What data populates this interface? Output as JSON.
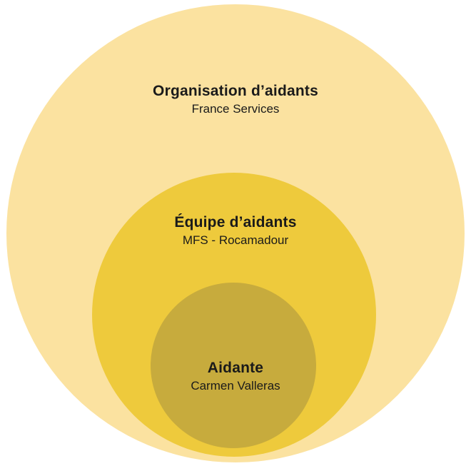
{
  "diagram": {
    "type": "nested-circles",
    "background_color": "#ffffff",
    "text_color": "#1a1a1a",
    "levels": [
      {
        "id": "organisation",
        "title": "Organisation d’aidants",
        "subtitle": "France Services",
        "color": "#fbe2a0"
      },
      {
        "id": "equipe",
        "title": "Équipe d’aidants",
        "subtitle": "MFS - Rocamadour",
        "color": "#eeca3c"
      },
      {
        "id": "aidante",
        "title": "Aidante",
        "subtitle": "Carmen Valleras",
        "color": "#c7ab3d"
      }
    ]
  }
}
